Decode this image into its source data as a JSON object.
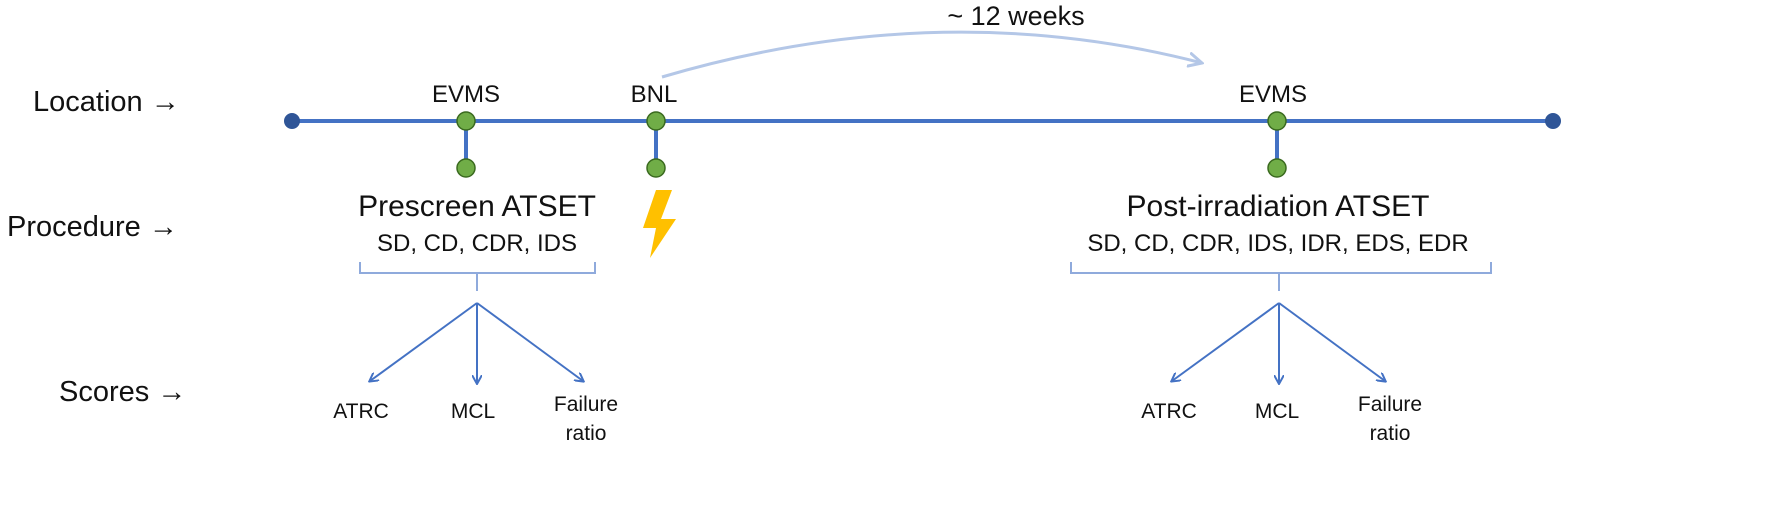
{
  "row_labels": {
    "location": "Location →",
    "procedure": "Procedure →",
    "scores": "Scores →"
  },
  "duration_label": "~ 12 weeks",
  "sites": [
    "EVMS",
    "BNL",
    "EVMS"
  ],
  "procedures": [
    {
      "title": "Prescreen ATSET",
      "tests": "SD, CD, CDR, IDS"
    },
    {
      "title": "Post-irradiation ATSET",
      "tests": "SD, CD, CDR, IDS, IDR, EDS, EDR"
    }
  ],
  "scores": {
    "atrc": "ATRC",
    "mcl": "MCL",
    "failure_line1": "Failure",
    "failure_line2": "ratio"
  },
  "colors": {
    "timeline": "#4472c4",
    "marker_fill": "#70ad47",
    "marker_stroke": "#3a6a1f",
    "end_node": "#2f5597",
    "arc": "#b4c7e7",
    "bracket": "#8faadc",
    "score_arrow": "#4472c4",
    "lightning": "#ffc000"
  },
  "icons": {
    "irradiation": "lightning-icon"
  }
}
